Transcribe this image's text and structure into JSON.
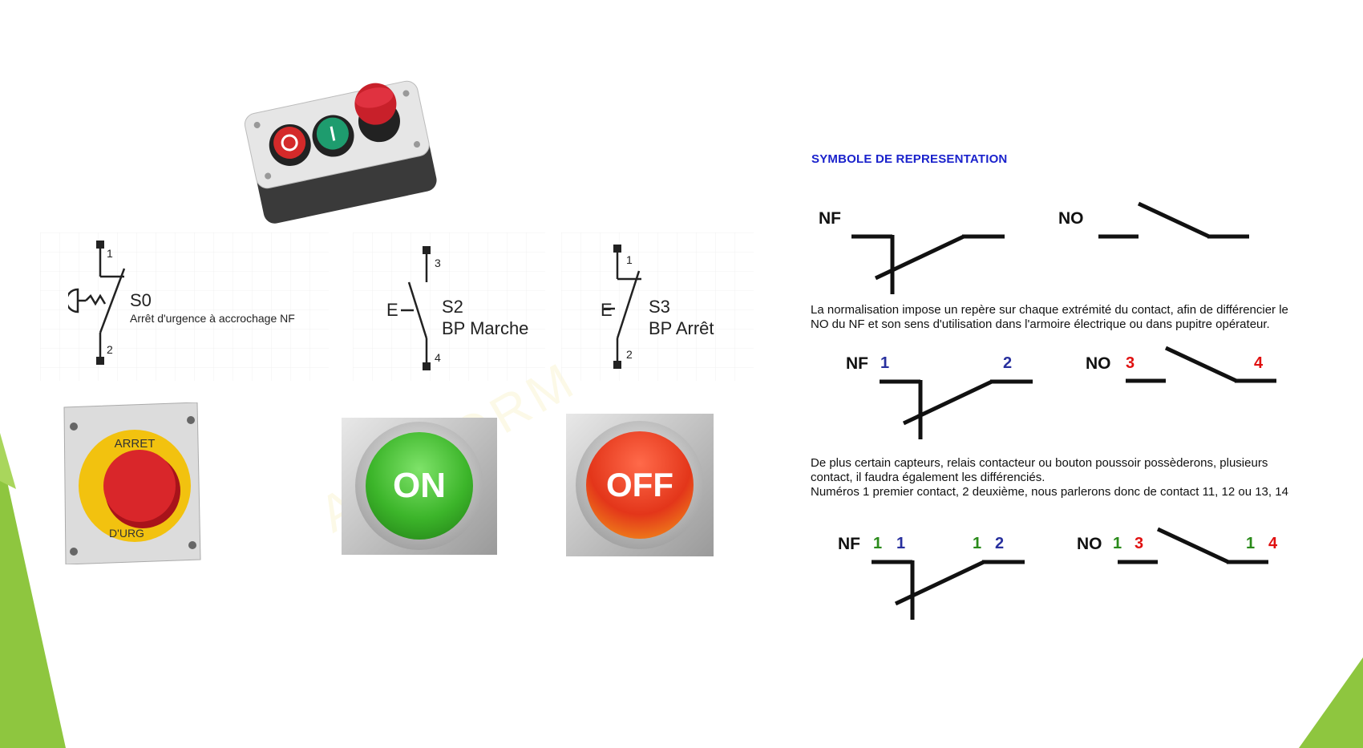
{
  "left_panel": {
    "s0": {
      "tag": "S0",
      "desc": "Arrêt d'urgence à accrochage NF",
      "terminal_top": "1",
      "terminal_bottom": "2"
    },
    "s2": {
      "tag": "S2",
      "desc": "BP Marche",
      "terminal_top": "3",
      "terminal_bottom": "4",
      "push": "E"
    },
    "s3": {
      "tag": "S3",
      "desc": "BP Arrêt",
      "terminal_top": "1",
      "terminal_bottom": "2",
      "push": "E"
    },
    "estop_button": {
      "top_text": "ARRET",
      "bottom_text": "D'URG"
    },
    "on_button": {
      "label": "ON",
      "color": "#3cb52a"
    },
    "off_button": {
      "label": "OFF",
      "color": "#e3361a"
    },
    "watermark": "AEI FORM"
  },
  "right_panel": {
    "title": "SYMBOLE DE REPRESENTATION",
    "row1": {
      "nf": "NF",
      "no": "NO"
    },
    "para1_line1": "La normalisation impose un repère sur chaque extrémité du contact, afin de différencier le",
    "para1_line2": "NO du NF et son sens d'utilisation dans l'armoire électrique ou dans pupitre opérateur.",
    "row2": {
      "nf": "NF",
      "nf_a": "1",
      "nf_b": "2",
      "no": "NO",
      "no_a": "3",
      "no_b": "4"
    },
    "para2_line1": "De plus certain capteurs, relais contacteur ou bouton poussoir possèderons, plusieurs",
    "para2_line2": "contact, il faudra également les différenciés.",
    "para2_line3": "Numéros 1 premier contact, 2 deuxième, nous parlerons donc de contact 11, 12 ou 13, 14",
    "row3": {
      "nf": "NF",
      "nf_a1": "1",
      "nf_a2": "1",
      "nf_b1": "1",
      "nf_b2": "2",
      "no": "NO",
      "no_a1": "1",
      "no_a2": "3",
      "no_b1": "1",
      "no_b2": "4"
    }
  },
  "colors": {
    "accent_green": "#8ec63f",
    "title_blue": "#1a22cc",
    "number_blue": "#28309e",
    "number_red": "#e01010",
    "number_green": "#2a8a1a"
  }
}
